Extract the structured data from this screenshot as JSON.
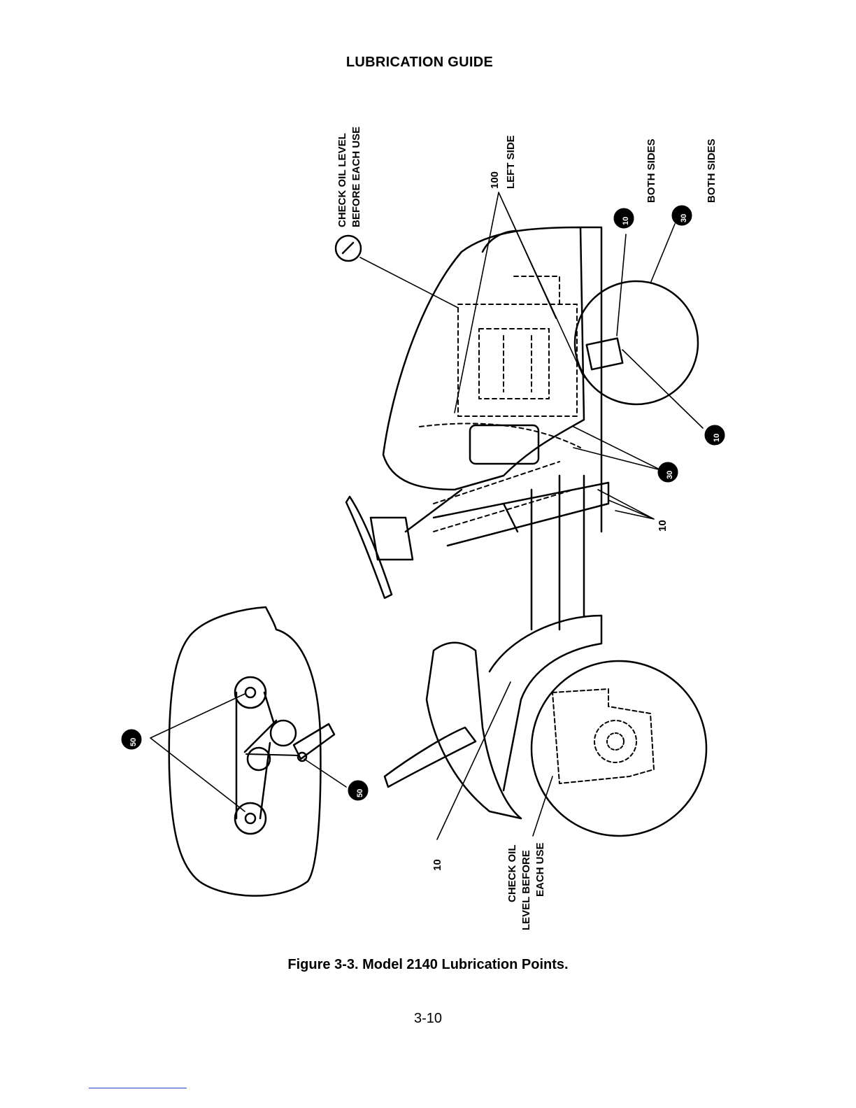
{
  "header": {
    "title": "LUBRICATION GUIDE"
  },
  "callouts": {
    "oil_check_top_1": "CHECK OIL LEVEL",
    "oil_check_top_2": "BEFORE EACH USE",
    "left_side_1": "100",
    "left_side_2": "LEFT SIDE",
    "both_sides_a": "BOTH SIDES",
    "both_sides_b": "BOTH SIDES",
    "badge_10_top": "10",
    "badge_30_top": "30",
    "badge_10_circle": "10",
    "badge_30_mid": "30",
    "hours_10_mid": "10",
    "badge_50_left": "50",
    "badge_50_right": "50",
    "hours_10_bottom": "10",
    "oil_check_bottom_1": "CHECK OIL",
    "oil_check_bottom_2": "LEVEL BEFORE",
    "oil_check_bottom_3": "EACH USE"
  },
  "footer": {
    "caption": "Figure 3-3. Model 2140 Lubrication Points.",
    "page_number": "3-10"
  }
}
